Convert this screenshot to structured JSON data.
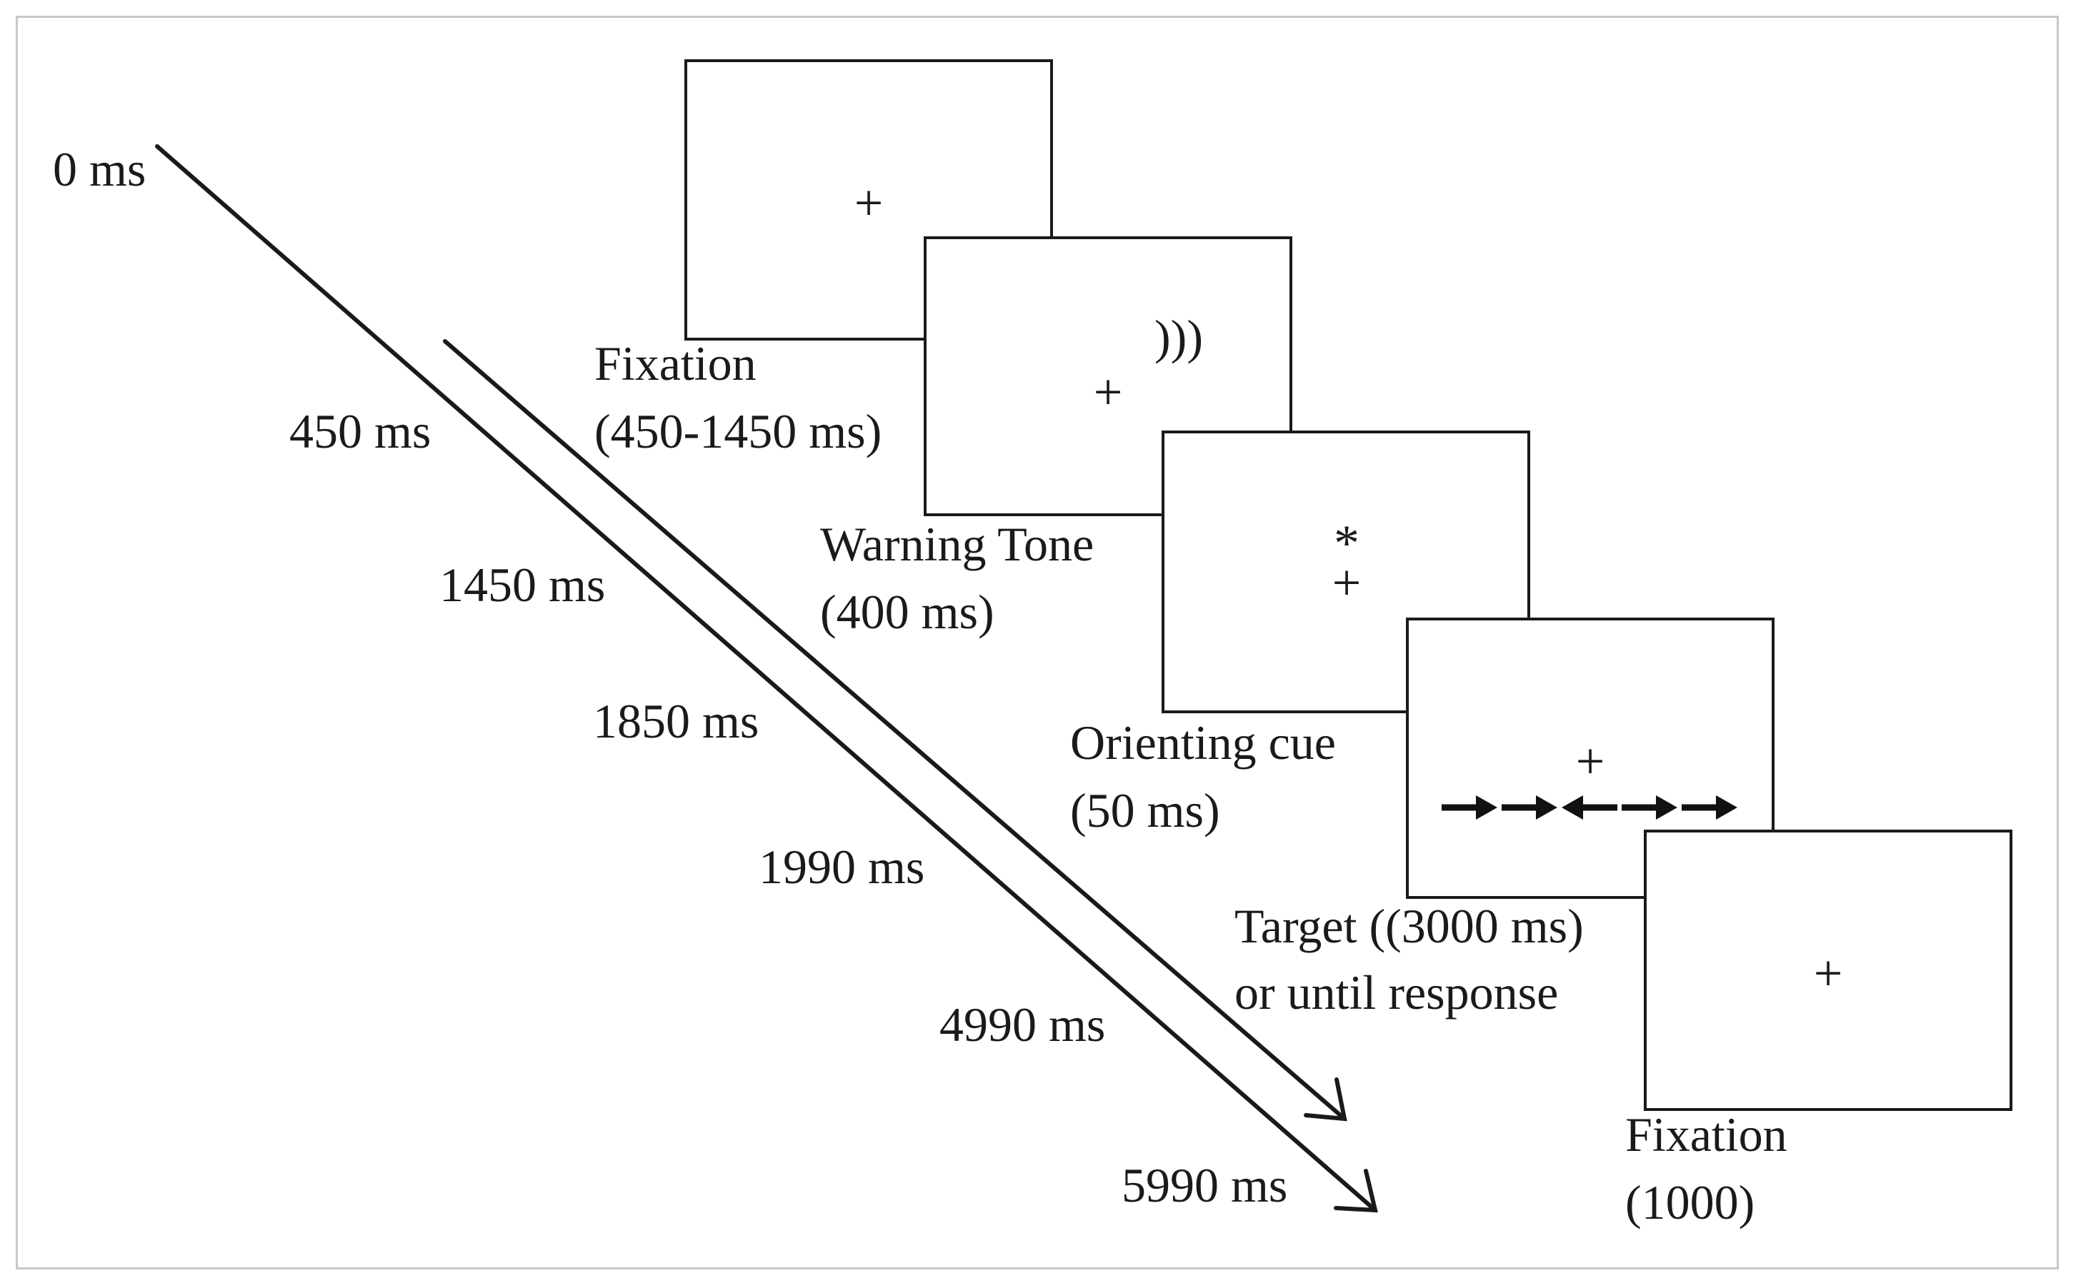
{
  "timeline": {
    "ticks": [
      "0 ms",
      "450 ms",
      "1450 ms",
      "1850 ms",
      "1990 ms",
      "4990 ms",
      "5990 ms"
    ]
  },
  "stages": [
    {
      "name": "Fixation",
      "duration": "(450-1450 ms)",
      "stimulus": "+"
    },
    {
      "name": "Warning Tone",
      "duration": "(400 ms)",
      "stimulus": "+",
      "tone_symbol": ")))"
    },
    {
      "name": "Orienting cue",
      "duration": "(50 ms)",
      "stimulus": "+",
      "cue_symbol": "*"
    },
    {
      "name": "Target ((3000 ms)",
      "duration": "or until response",
      "stimulus": "+",
      "flanker_arrows": [
        "right",
        "right",
        "left",
        "right",
        "right"
      ]
    },
    {
      "name": "Fixation",
      "duration": "(1000)",
      "stimulus": "+"
    }
  ]
}
